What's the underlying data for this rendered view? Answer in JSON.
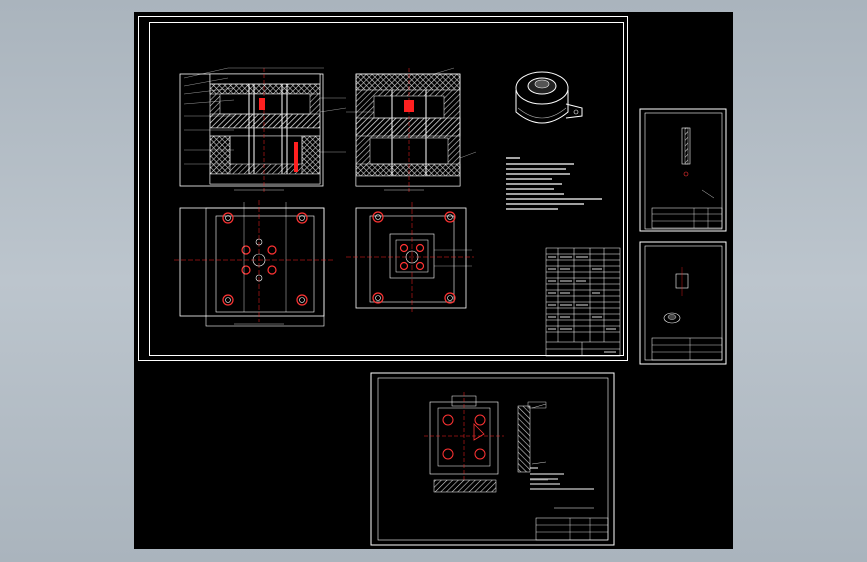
{
  "canvas": {
    "background": "#000000",
    "viewport_color": "#b4bec6"
  },
  "colors": {
    "line": "#ffffff",
    "center": "#ff2020",
    "hatch": "#d0d0d0",
    "hole": "#ff3333",
    "accent": "#ff0000"
  },
  "sheets": [
    {
      "id": "main-assembly",
      "views": [
        "section-view-left",
        "section-view-right",
        "plan-view-moving",
        "plan-view-fixed",
        "isometric-part",
        "technical-notes",
        "bill-of-materials"
      ]
    },
    {
      "id": "part-sheet-1",
      "views": [
        "part-detail-small"
      ]
    },
    {
      "id": "part-sheet-2",
      "views": [
        "part-detail-iso"
      ]
    },
    {
      "id": "core-drawing",
      "views": [
        "core-plan",
        "core-section",
        "core-notes"
      ]
    }
  ],
  "icons": [
    "isometric-part-icon",
    "center-mark-icon"
  ]
}
